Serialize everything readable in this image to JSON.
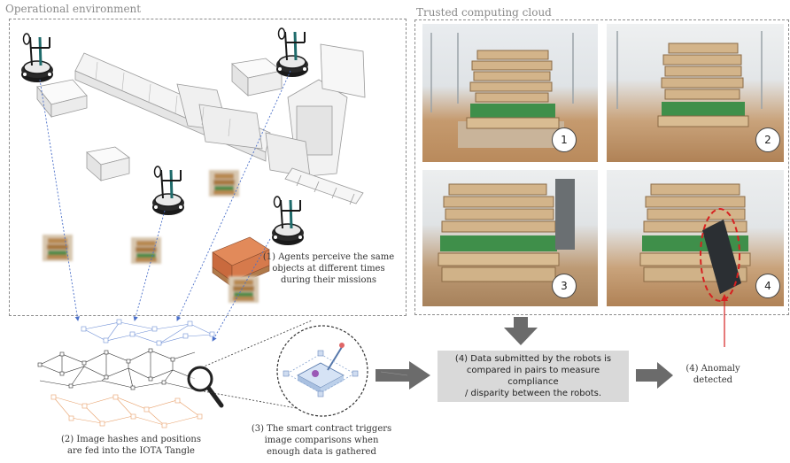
{
  "sections": {
    "operational_title": "Operational environment",
    "cloud_title": "Trusted computing cloud"
  },
  "captions": {
    "step1": "(1) Agents perceive the same objects at different times during their missions",
    "step1_lines": [
      "(1) Agents perceive the same",
      "objects at different times",
      "during their missions"
    ],
    "step2_lines": [
      "(2) Image hashes and positions",
      "are fed into the IOTA Tangle"
    ],
    "step3_lines": [
      "(3) The smart contract triggers",
      "image comparisons when",
      "enough data is gathered"
    ],
    "step4_lines": [
      "(4) Data submitted by the robots is",
      "compared in pairs to measure compliance",
      "/ disparity between the robots."
    ],
    "anomaly_lines": [
      "(4) Anomaly",
      "detected"
    ]
  },
  "photos": [
    {
      "number": "1"
    },
    {
      "number": "2"
    },
    {
      "number": "3"
    },
    {
      "number": "4"
    }
  ],
  "colors": {
    "robot_dark": "#1a1a1a",
    "robot_accent": "#1f6b6b",
    "tangle_blue": "#6e8fd6",
    "tangle_orange": "#e8a06a",
    "anomaly_red": "#d62020",
    "arrow_gray": "#6b6b6b"
  },
  "icons": [
    "robot-icon",
    "magnifier-icon",
    "smart-contract-icon",
    "anomaly-marker-icon"
  ]
}
